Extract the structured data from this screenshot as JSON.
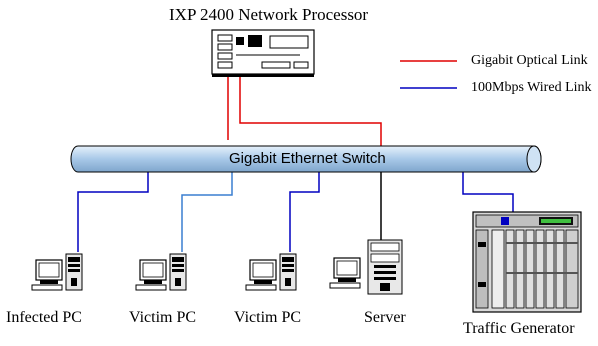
{
  "processor": {
    "label": "IXP 2400 Network Processor",
    "icon": "network-processor-icon"
  },
  "switch": {
    "label": "Gigabit Ethernet Switch",
    "color": "#a8c8e8"
  },
  "legend": [
    {
      "label": "Gigabit Optical Link",
      "color": "#e00000"
    },
    {
      "label": "100Mbps Wired Link",
      "color": "#0000c0"
    }
  ],
  "nodes": [
    {
      "label": "Infected PC",
      "icon": "pc-icon"
    },
    {
      "label": "Victim PC",
      "icon": "pc-icon"
    },
    {
      "label": "Victim PC",
      "icon": "pc-icon"
    },
    {
      "label": "Server",
      "icon": "server-icon"
    },
    {
      "label": "Traffic Generator",
      "icon": "traffic-generator-icon"
    }
  ]
}
